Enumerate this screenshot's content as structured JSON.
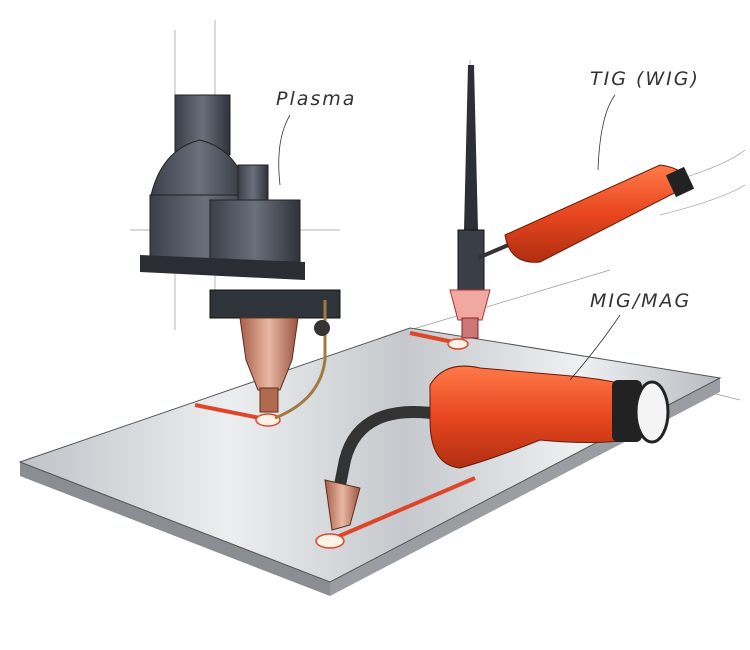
{
  "labels": {
    "plasma": "Plasma",
    "tig": "TIG (WIG)",
    "mig": "MIG/MAG"
  },
  "colors": {
    "torch_orange": "#e8461e",
    "plasma_body": "#4a4f5a",
    "copper": "#c8826a",
    "plate": "#d4d6da",
    "weld": "#e0452a"
  }
}
